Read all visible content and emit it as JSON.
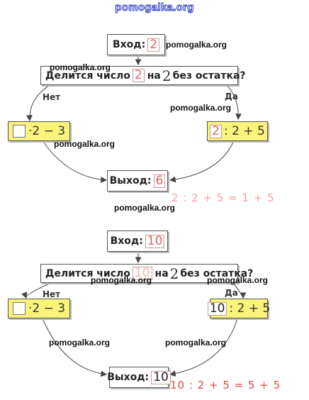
{
  "site": {
    "title": "pomogalka.org",
    "watermark": "pomogalka.org"
  },
  "labels": {
    "input": "Вход:",
    "question_prefix": "Делится число",
    "question_mid": "на",
    "question_divisor": "2",
    "question_suffix": "без остатка?",
    "no": "Нет",
    "yes": "Да",
    "output": "Выход:"
  },
  "diagram1": {
    "input_value": "2",
    "left_expr": "·2 − 3",
    "right_value": "2",
    "right_expr": ": 2 + 5",
    "output_value": "6",
    "equation": "2 : 2 + 5 = 1 + 5"
  },
  "diagram2": {
    "input_value": "10",
    "left_expr": "·2 − 3",
    "right_value": "10",
    "right_expr": ": 2 + 5",
    "output_value": "10",
    "equation": "10 : 2 + 5 = 5 + 5"
  }
}
